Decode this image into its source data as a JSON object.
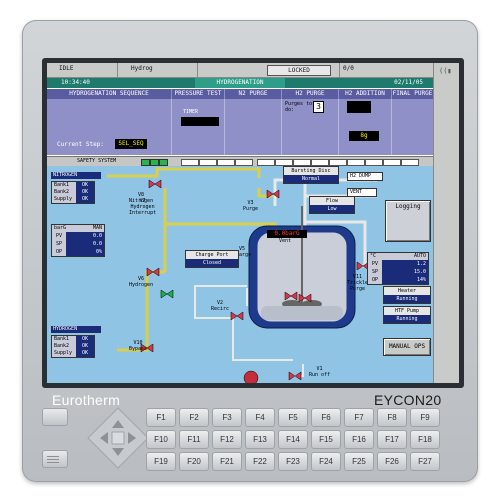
{
  "brand": {
    "name": "Eurotherm",
    "model": "EYCON20"
  },
  "status_bar": {
    "state": "IDLE",
    "program": "Hydrog",
    "lock": "LOCKED",
    "page": "0/0"
  },
  "title_bar": {
    "time": "10:34:40",
    "title": "HYDROGENATION",
    "date": "02/11/05"
  },
  "sequence": {
    "columns": [
      "HYDROGENATION SEQUENCE",
      "PRESSURE TEST",
      "N2 PURGE",
      "H2 PURGE",
      "H2 ADDITION",
      "FINAL PURGE"
    ],
    "current_step_label": "Current Step:",
    "current_step": "SEL_SEQ",
    "timer_label": "TIMER",
    "purges_label": "Purges to do:",
    "purges_value": "3",
    "h2_addition_value": "8g"
  },
  "safety": {
    "label": "SAFETY SYSTEM"
  },
  "nitrogen": {
    "label": "NITROGEN",
    "rows": [
      {
        "name": "Bank1",
        "status": "OK"
      },
      {
        "name": "Bank2",
        "status": "OK"
      },
      {
        "name": "Supply",
        "status": "OK"
      }
    ]
  },
  "hydrogen": {
    "label": "HYDROGEN",
    "rows": [
      {
        "name": "Bank1",
        "status": "OK"
      },
      {
        "name": "Bank2",
        "status": "OK"
      },
      {
        "name": "Supply",
        "status": "OK"
      }
    ]
  },
  "valves": {
    "v1": "V1\nRun off",
    "v2": "V2\nRecirc",
    "v3": "V3\nPurge",
    "v4": "V4\nVent",
    "v5": "V5\nCharge",
    "v6": "V6\nHydrogen",
    "v7": "V7\nHydrogen\nInterrupt",
    "v8": "V8\nNitrogen",
    "v10": "V10\nBypass",
    "v11": "V11\nTrickle\nPurge"
  },
  "bursting_disc": {
    "label": "Bursting Disc",
    "status": "Normal"
  },
  "flow": {
    "label": "Flow",
    "status": "Low"
  },
  "charge_port": {
    "label": "Charge Port",
    "status": "Closed"
  },
  "heater": {
    "label": "Heater",
    "status": "Running"
  },
  "htf_pump": {
    "label": "HTF Pump",
    "status": "Running"
  },
  "pressure_ctrl": {
    "unit": "barG",
    "mode": "MAN",
    "pv": "0.0",
    "sp": "0.0",
    "op": "0%"
  },
  "temp_ctrl": {
    "unit": "°C",
    "mode": "AUTO",
    "pv": "1.2",
    "sp": "15.0",
    "op": "14%"
  },
  "reactor": {
    "value": "0.0barG"
  },
  "labels": {
    "h2_dump": "H2 DUMP",
    "vent": "VENT",
    "logging": "Logging",
    "manual_ops": "MANUAL OPS"
  },
  "function_keys": [
    "F1",
    "F2",
    "F3",
    "F4",
    "F5",
    "F6",
    "F7",
    "F8",
    "F9",
    "F10",
    "F11",
    "F12",
    "F13",
    "F14",
    "F15",
    "F16",
    "F17",
    "F18",
    "F19",
    "F20",
    "F21",
    "F22",
    "F23",
    "F24",
    "F25",
    "F26",
    "F27"
  ]
}
